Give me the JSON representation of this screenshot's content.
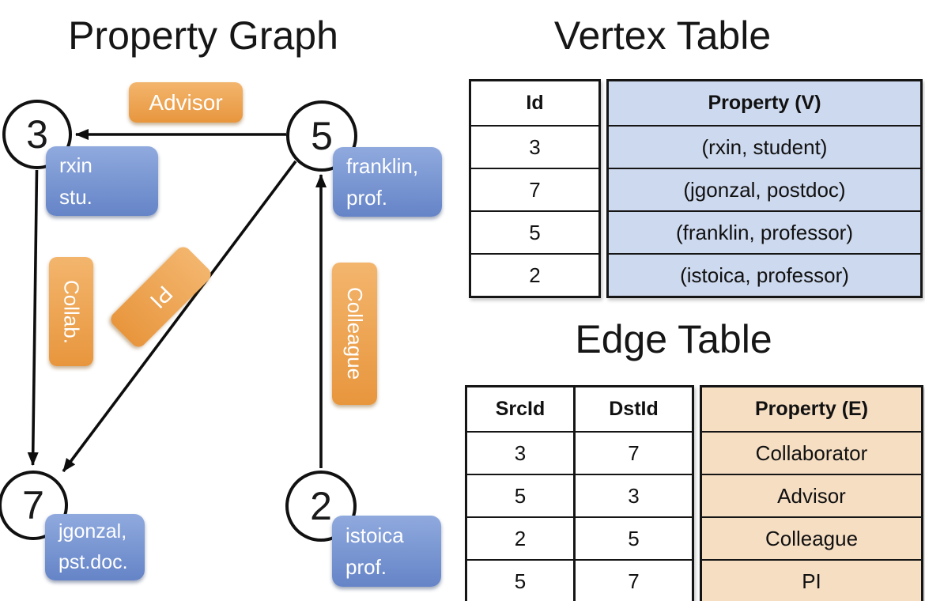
{
  "graph": {
    "title": "Property Graph",
    "nodes": [
      {
        "id": "3",
        "label_lines": [
          "rxin",
          "stu."
        ]
      },
      {
        "id": "5",
        "label_lines": [
          "franklin,",
          "prof."
        ]
      },
      {
        "id": "7",
        "label_lines": [
          "jgonzal,",
          "pst.doc."
        ]
      },
      {
        "id": "2",
        "label_lines": [
          "istoica",
          "prof."
        ]
      }
    ],
    "edge_labels": {
      "advisor": "Advisor",
      "collab": "Collab.",
      "pi": "PI",
      "colleague": "Colleague"
    }
  },
  "vertex_table": {
    "title": "Vertex Table",
    "columns": [
      "Id",
      "Property (V)"
    ],
    "rows": [
      [
        "3",
        "(rxin, student)"
      ],
      [
        "7",
        "(jgonzal, postdoc)"
      ],
      [
        "5",
        "(franklin, professor)"
      ],
      [
        "2",
        "(istoica, professor)"
      ]
    ]
  },
  "edge_table": {
    "title": "Edge Table",
    "columns": [
      "SrcId",
      "DstId",
      "Property (E)"
    ],
    "rows": [
      [
        "3",
        "7",
        "Collaborator"
      ],
      [
        "5",
        "3",
        "Advisor"
      ],
      [
        "2",
        "5",
        "Colleague"
      ],
      [
        "5",
        "7",
        "PI"
      ]
    ]
  },
  "colors": {
    "edge_label_orange_top": "#f3b56d",
    "edge_label_orange_bottom": "#e8963d",
    "vertex_label_blue_top": "#90aade",
    "vertex_label_blue_bottom": "#6584c7",
    "vertex_property_fill": "#cdd9ee",
    "edge_property_fill": "#f6dec3",
    "ink": "#111111"
  }
}
